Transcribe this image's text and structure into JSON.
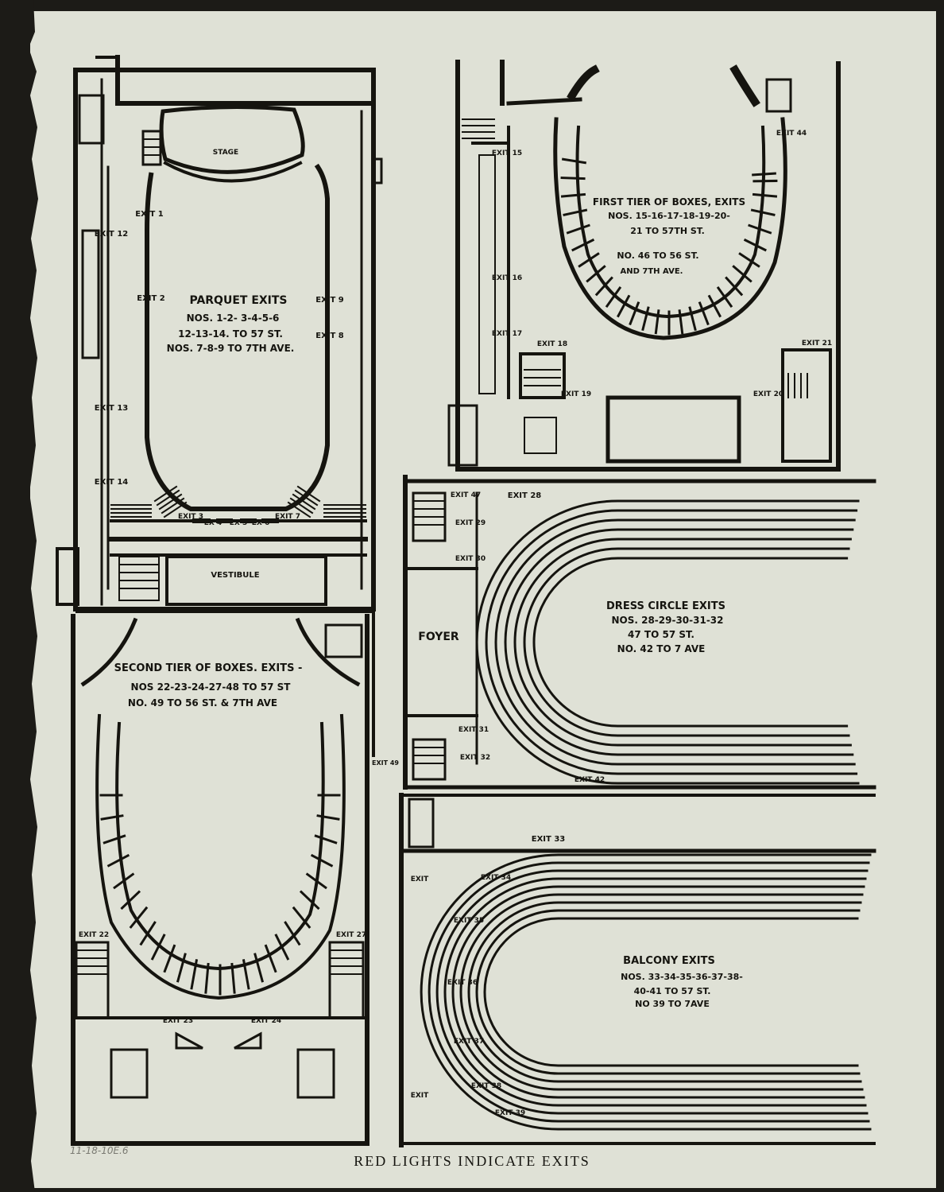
{
  "footer": "RED LIGHTS INDICATE EXITS",
  "pencil_note": "11-18-10E.6",
  "parquet": {
    "stage": "STAGE",
    "title": "PARQUET EXITS",
    "line1": "NOS. 1-2- 3-4-5-6",
    "line2": "12-13-14. TO 57 ST.",
    "line3": "NOS. 7-8-9 TO 7TH AVE.",
    "vestibule": "VESTIBULE",
    "exits": [
      "EXIT 1",
      "EXIT 2",
      "EXIT 12",
      "EXIT 13",
      "EXIT 14",
      "EXIT 9",
      "EXIT 8",
      "EXIT 3",
      "EX 4",
      "EX 5",
      "EX 6",
      "EXIT 7"
    ]
  },
  "first_tier": {
    "title": "FIRST TIER OF BOXES, EXITS",
    "line1": "NOS. 15-16-17-18-19-20-",
    "line2": "21 TO 57TH ST.",
    "line3": "NO. 46 TO 56 ST.",
    "line4": "AND 7TH AVE.",
    "exits": [
      "EXIT 15",
      "EXIT 16",
      "EXIT 17",
      "EXIT 18",
      "EXIT 19",
      "EXIT 20",
      "EXIT 44",
      "EXIT 21"
    ]
  },
  "second_tier": {
    "title": "SECOND TIER OF BOXES. EXITS -",
    "line1": "NOS 22-23-24-27-48 TO 57 ST",
    "line2": "NO. 49 TO 56 ST. & 7TH AVE",
    "exits": [
      "EXIT 22",
      "EXIT 23",
      "EXIT 24",
      "EXIT 27",
      "EXIT 49"
    ]
  },
  "dress_circle": {
    "foyer": "FOYER",
    "title": "DRESS CIRCLE EXITS",
    "line1": "NOS. 28-29-30-31-32",
    "line2": "47 TO 57 ST.",
    "line3": "NO. 42 TO 7 AVE",
    "exits": [
      "EXIT 47",
      "EXIT 28",
      "EXIT 29",
      "EXIT 30",
      "EXIT 31",
      "EXIT 32",
      "EXIT 42"
    ]
  },
  "balcony": {
    "title": "BALCONY EXITS",
    "line1": "NOS. 33-34-35-36-37-38-",
    "line2": "40-41 TO 57 ST.",
    "line3": "NO 39 TO 7AVE",
    "exits": [
      "EXIT 33",
      "EXIT 34",
      "EXIT 35",
      "EXIT 36",
      "EXIT 37",
      "EXIT 38",
      "EXIT 39",
      "EXIT"
    ]
  },
  "colors": {
    "paper": "#dfe1d6",
    "ink": "#15140f",
    "background": "#1c1b17"
  }
}
